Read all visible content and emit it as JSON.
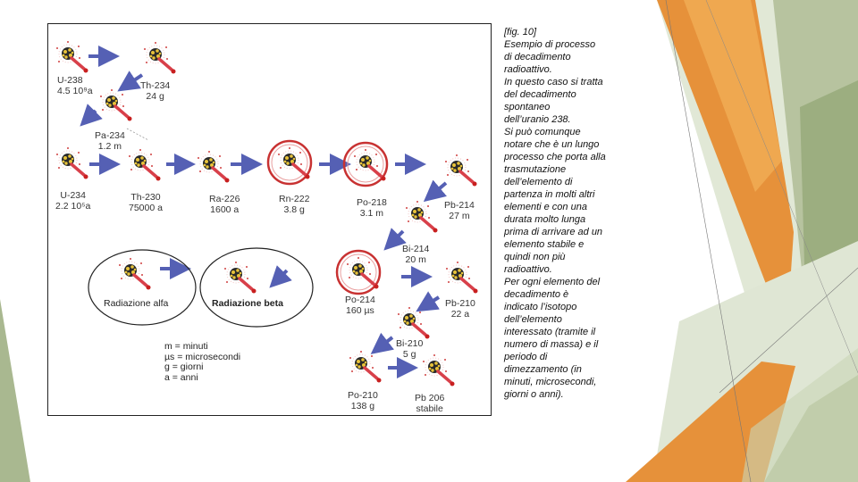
{
  "figure": {
    "nuclides": [
      {
        "name": "U-238",
        "time": "4.5 10⁹a"
      },
      {
        "name": "Th-234",
        "time": "24 g"
      },
      {
        "name": "Pa-234",
        "time": "1.2 m"
      },
      {
        "name": "U-234",
        "time": "2.2 10⁵a"
      },
      {
        "name": "Th-230",
        "time": "75000 a"
      },
      {
        "name": "Ra-226",
        "time": "1600 a"
      },
      {
        "name": "Rn-222",
        "time": "3.8 g"
      },
      {
        "name": "Po-218",
        "time": "3.1 m"
      },
      {
        "name": "Pb-214",
        "time": "27 m"
      },
      {
        "name": "Bi-214",
        "time": "20 m"
      },
      {
        "name": "Po-214",
        "time": "160 µs"
      },
      {
        "name": "Pb-210",
        "time": "22 a"
      },
      {
        "name": "Bi-210",
        "time": "5 g"
      },
      {
        "name": "Po-210",
        "time": "138 g"
      },
      {
        "name": "Pb 206",
        "time": "stabile"
      }
    ],
    "alpha_label": "Radiazione alfa",
    "beta_label": "Radiazione beta",
    "legend": [
      "m = minuti",
      "µs = microsecondi",
      "g = giorni",
      "a = anni"
    ]
  },
  "caption": [
    "[fig. 10]",
    "Esempio di processo",
    "di decadimento",
    "radioattivo.",
    "In questo caso si tratta",
    "del decadimento",
    "spontaneo",
    "dell’uranio 238.",
    "Si può comunque",
    "notare che è un lungo",
    "processo che porta alla",
    "trasmutazione",
    "dell’elemento di",
    "partenza in molti altri",
    "elementi e con una",
    "durata molto lunga",
    "prima di arrivare ad un",
    "elemento stabile e",
    "quindi non più",
    "radioattivo.",
    "Per ogni elemento del",
    "decadimento è",
    "indicato l’isotopo",
    "dell’elemento",
    "interessato (tramite il",
    "numero di massa) e il",
    "periodo di",
    "dimezzamento (in",
    "minuti, microsecondi,",
    "giorni o anni)."
  ],
  "colors": {
    "arrow": "#5560b4",
    "ring": "#c83232",
    "orange": "#e4892b",
    "sage": "#a9b890",
    "pale_sage": "#d6dfc8"
  }
}
